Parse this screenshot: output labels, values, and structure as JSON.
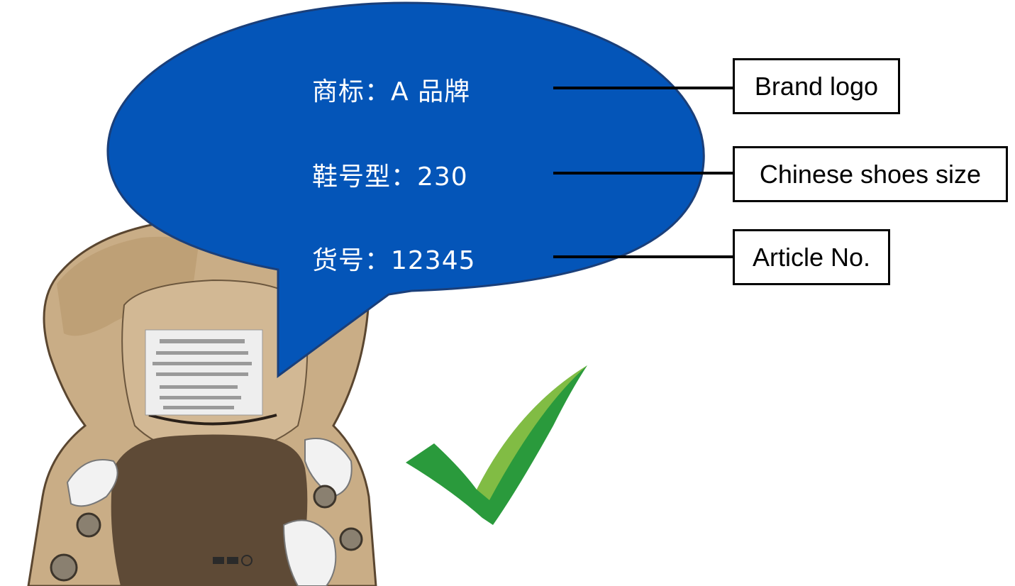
{
  "bubble": {
    "brand_line": "商标：A 品牌",
    "size_line": "鞋号型：230",
    "article_line": "货号：12345"
  },
  "labels": {
    "brand": "Brand logo",
    "size": "Chinese shoes size",
    "article": "Article No."
  },
  "colors": {
    "bubble": "#0455b8",
    "bubble_edge": "#1a3f7a",
    "checkmark": "#2a9a3c",
    "shoe": "#c9ad86",
    "connector": "#000000"
  },
  "icons": {
    "shoe": "shoe-top-view-illustration",
    "check": "checkmark-icon"
  }
}
